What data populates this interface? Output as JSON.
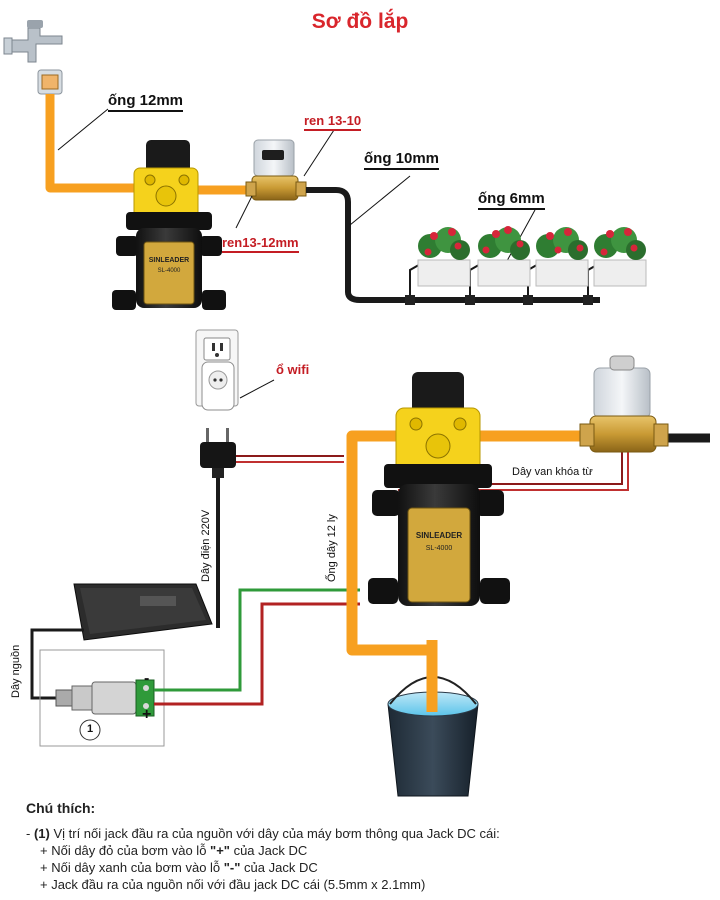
{
  "title": "Sơ đồ lắp",
  "labels": {
    "pipe_12mm": "ống 12mm",
    "thread_13_10": "ren 13-10",
    "thread_13_12": "ren13-12mm",
    "pipe_10mm": "ống 10mm",
    "pipe_6mm": "ống 6mm",
    "wifi_socket": "ổ wifi",
    "power_cable_220v": "Dây điện 220V",
    "pipe_12_ly": "Ống dây 12 ly",
    "valve_wire": "Dây van khóa từ",
    "source_wire": "Dây nguồn",
    "plus_sign": "+",
    "minus_sign": "-",
    "marker_1": "1"
  },
  "pump_brand": "SINLEADER",
  "pump_model": "SL-4000",
  "legend": {
    "heading": "Chú thích:",
    "line1_prefix": "- ",
    "line1_marker": "(1)",
    "line1_text": " Vị trí nối jack đầu ra của nguồn với dây của máy bơm thông qua Jack DC cái:",
    "line2_a": "+ Nối dây đỏ của bơm vào lỗ ",
    "line2_b": "\"+\"",
    "line2_c": " của Jack DC",
    "line3_a": "+ Nối dây xanh của bơm vào lỗ ",
    "line3_b": "\"-\"",
    "line3_c": " của Jack DC",
    "line4": "+ Jack đầu ra của nguồn nối với đầu jack DC cái (5.5mm x 2.1mm)"
  },
  "colors": {
    "title": "#d9262c",
    "pipe_orange": "#f7a020",
    "pipe_black": "#1a1a1a",
    "wire_red": "#b22222",
    "wire_green": "#2f9a3a",
    "pump_yellow": "#f5d21c",
    "label_red": "#c41d24"
  }
}
